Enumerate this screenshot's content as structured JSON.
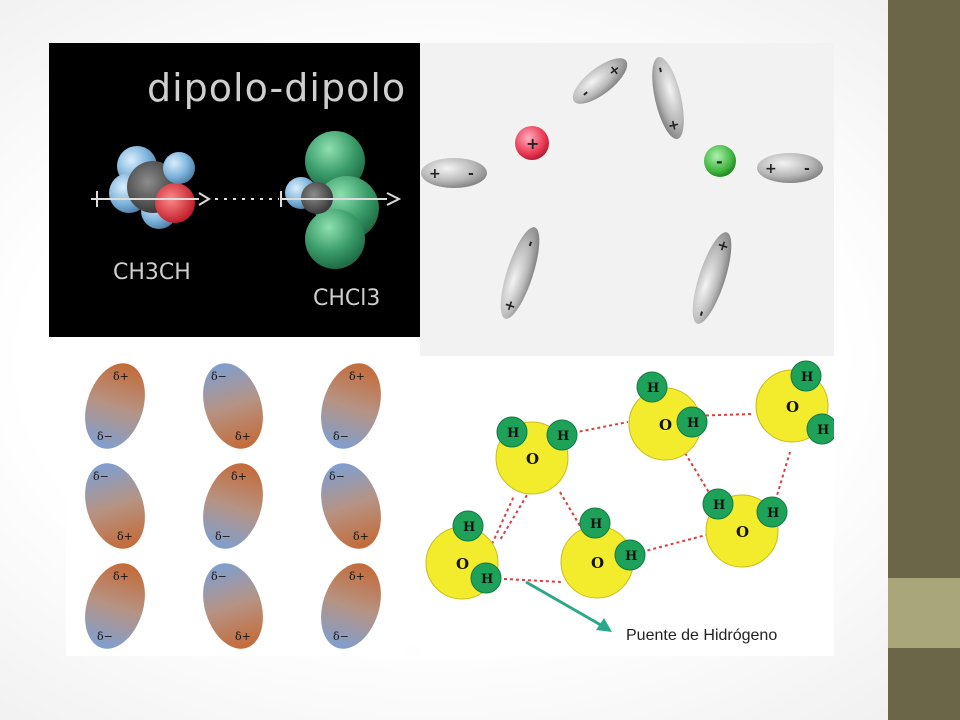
{
  "slide": {
    "accent_dark": "#6b6647",
    "accent_light": "#a9a67a"
  },
  "dipole_panel": {
    "title": "dipolo-dipolo",
    "left_molecule_label": "CH3CH",
    "right_molecule_label": "CHCl3"
  },
  "ion_dipole_panel": {
    "positive_ion_sign": "+",
    "negative_ion_sign": "-",
    "plus": "+",
    "minus": "-"
  },
  "partial_charge_grid": {
    "delta_plus": "δ+",
    "delta_minus": "δ−",
    "rows": 3,
    "cols": 3
  },
  "hydrogen_bond_panel": {
    "oxygen": "O",
    "hydrogen": "H",
    "caption": "Puente de Hidrógeno",
    "colors": {
      "water_oxygen": "#f3ec2c",
      "water_hydrogen": "#1ea25a",
      "bond": "#d94040",
      "arrow": "#2ba88a"
    }
  }
}
